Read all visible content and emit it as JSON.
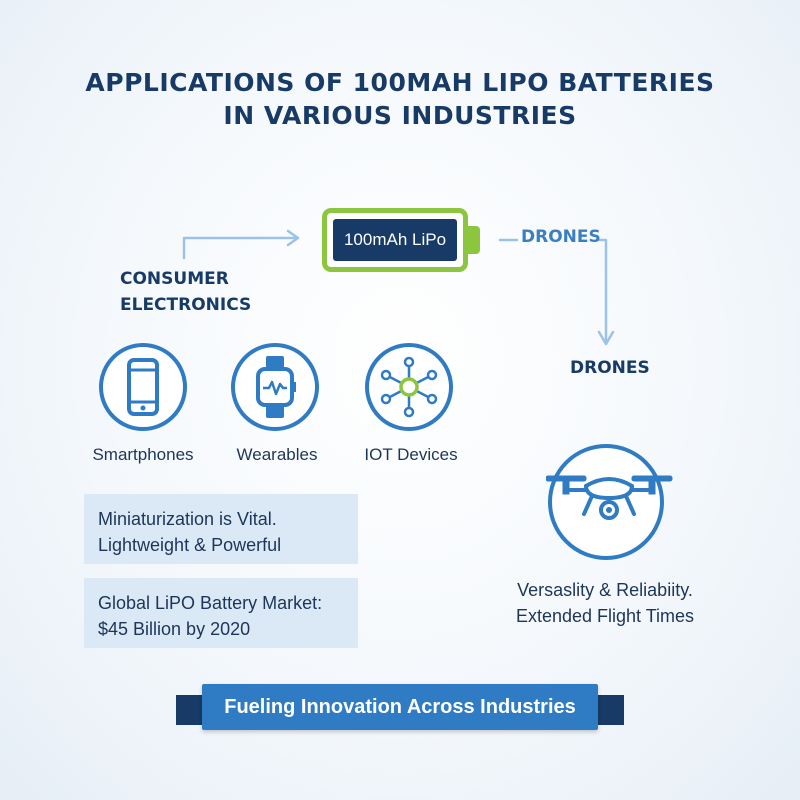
{
  "title": {
    "line1": "APPLICATIONS OF 100MAH LIPO BATTERIES",
    "line2": "IN VARIOUS INDUSTRIES"
  },
  "battery": {
    "label": "100mAh LiPo"
  },
  "flow": {
    "top_label": "DRONES",
    "consumer_line1": "CONSUMER",
    "consumer_line2": "ELECTRONICS",
    "drones_heading": "DRONES"
  },
  "devices": [
    {
      "label": "Smartphones",
      "icon": "smartphone-icon"
    },
    {
      "label": "Wearables",
      "icon": "smartwatch-icon"
    },
    {
      "label": "IOT Devices",
      "icon": "network-hub-icon"
    }
  ],
  "info_boxes": [
    {
      "line1": "Miniaturization is Vital.",
      "line2": "Lightweight & Powerful"
    },
    {
      "line1": "Global LiPO Battery Market:",
      "line2": "$45 Billion by 2020"
    }
  ],
  "drone_note": {
    "line1": "Versaslity & Reliabiity.",
    "line2": "Extended Flight Times"
  },
  "banner": {
    "text": "Fueling Innovation Across Industries"
  },
  "colors": {
    "navy": "#173b66",
    "accent_blue": "#2f7bc4",
    "battery_green": "#8cc63f",
    "box_fill": "#dbe9f6"
  }
}
